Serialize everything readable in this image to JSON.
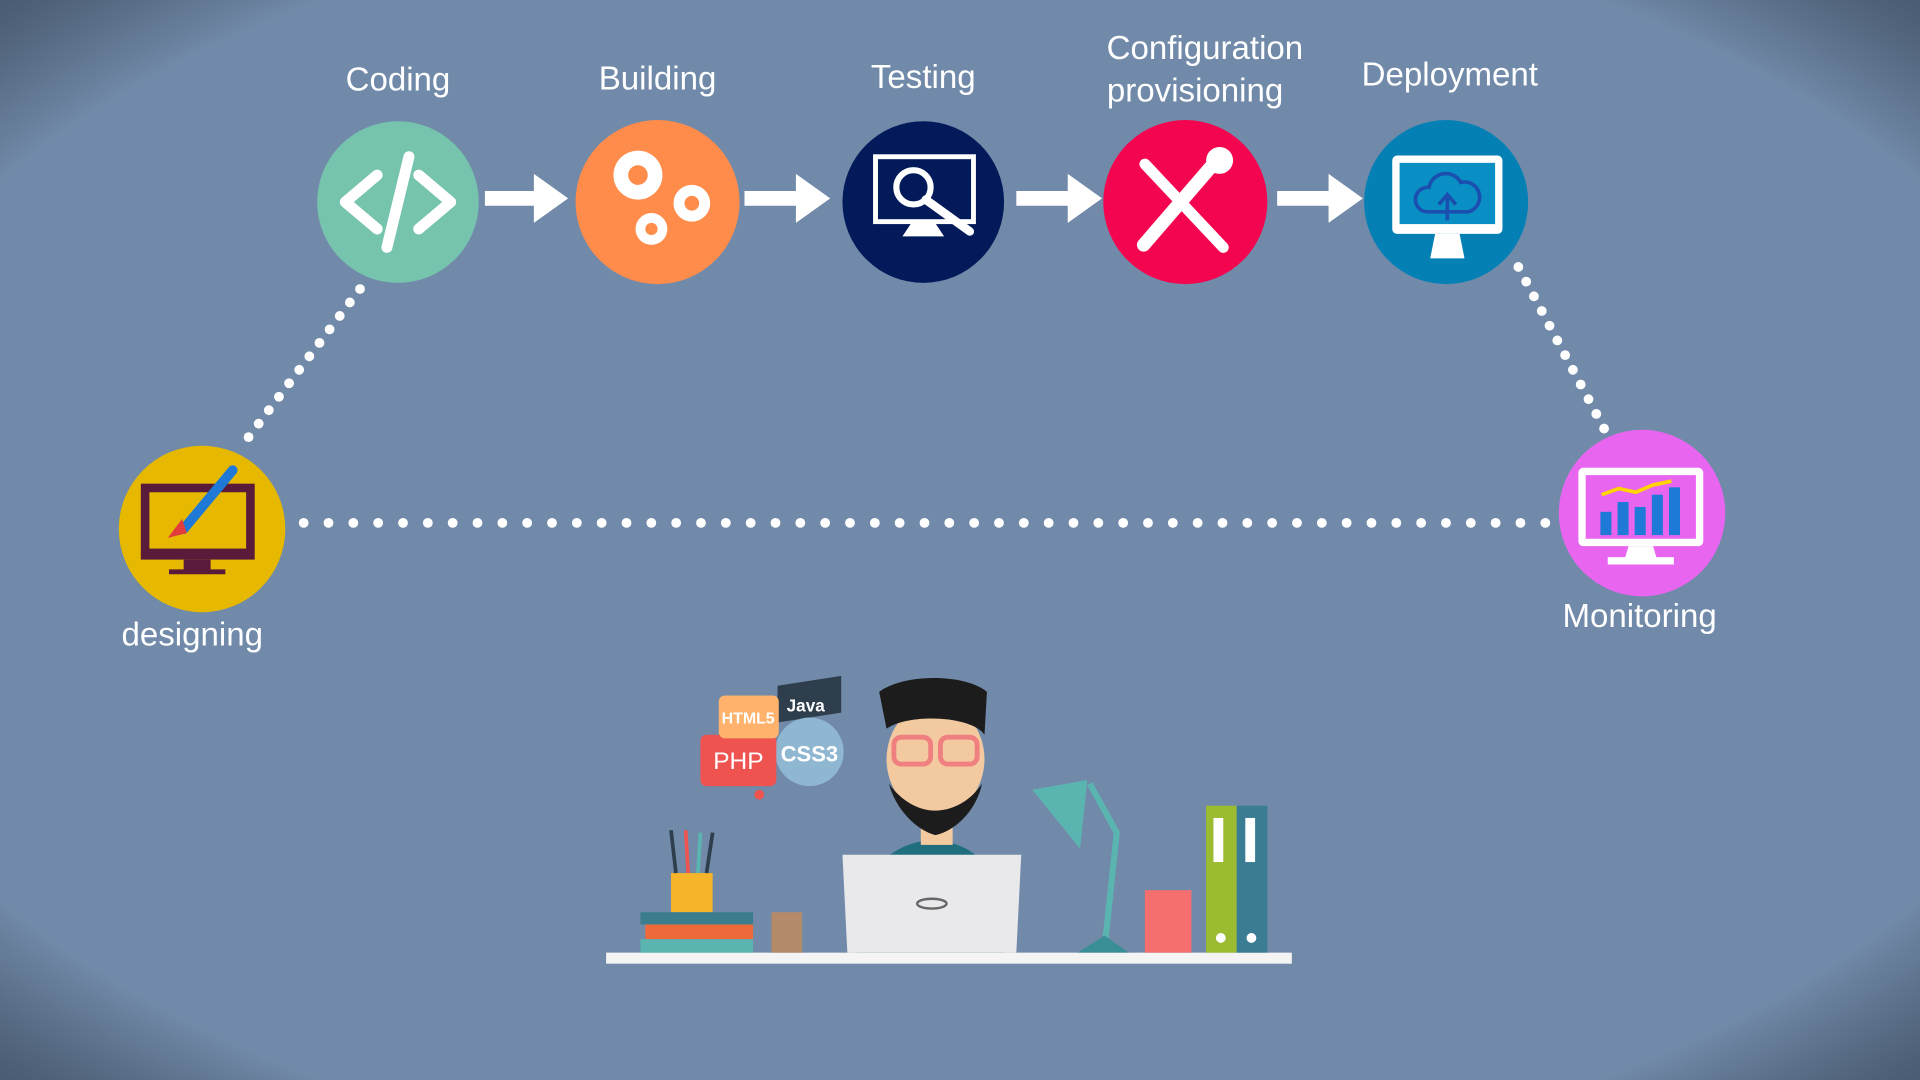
{
  "stages": [
    {
      "label": "Coding",
      "icon": "code-icon",
      "color": "#76c4ad"
    },
    {
      "label": "Building",
      "icon": "gears-icon",
      "color": "#ff8c4b"
    },
    {
      "label": "Testing",
      "icon": "monitor-search-icon",
      "color": "#031a5a"
    },
    {
      "label_line1": "Configuration",
      "label_line2": "provisioning",
      "icon": "tools-icon",
      "color": "#f3054f"
    },
    {
      "label": "Deployment",
      "icon": "monitor-cloud-upload-icon",
      "color": "#0580b5"
    }
  ],
  "designing": {
    "label": "designing",
    "icon": "monitor-brush-icon",
    "color": "#e6b800"
  },
  "monitoring": {
    "label": "Monitoring",
    "icon": "monitor-chart-icon",
    "color": "#e865f0"
  },
  "illustration": {
    "bubbles": {
      "html": "HTML5",
      "java": "Java",
      "php": "PHP",
      "css": "CSS3"
    }
  },
  "colors": {
    "background": "#718aa9",
    "connector": "#ffffff"
  }
}
